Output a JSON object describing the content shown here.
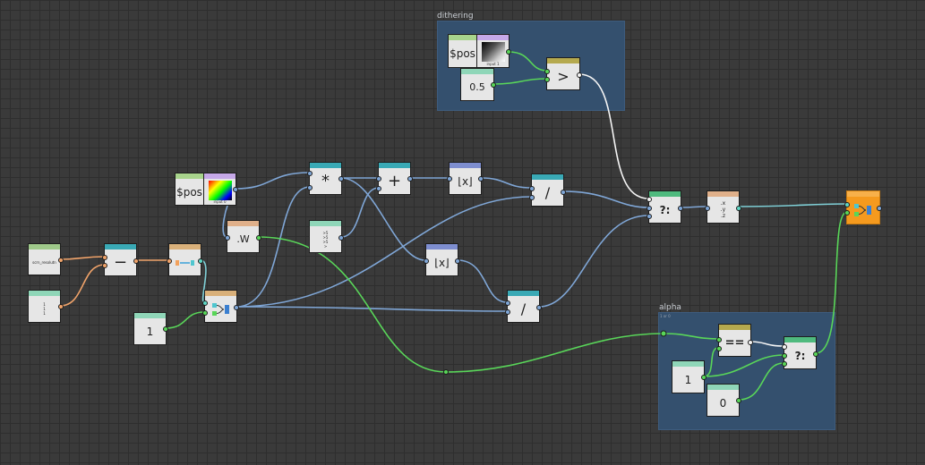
{
  "groups": {
    "dithering": {
      "title": "dithering"
    },
    "alpha": {
      "title": "alpha",
      "subtitle": "1 or 0"
    }
  },
  "nodes": {
    "screen_resolution": {
      "label": "scrn_resolutn"
    },
    "vec_one": {
      "label": "1\n1\n1"
    },
    "subtract": {
      "label": "−"
    },
    "pos_main": {
      "label": "$pos"
    },
    "swizzle_main": {
      "caption": "input 0"
    },
    "w_component": {
      "label": ".W"
    },
    "one_const": {
      "label": "1"
    },
    "multiply": {
      "label": "*"
    },
    "add": {
      "label": "+"
    },
    "floor_a": {
      "label": "⌊x⌋"
    },
    "floor_b": {
      "label": "⌊x⌋"
    },
    "divide_a": {
      "label": "/"
    },
    "divide_b": {
      "label": "/"
    },
    "vec_half": {
      "label": ">5\n>5\n>5\n>"
    },
    "pos_dither": {
      "label": "$pos"
    },
    "swizzle_dither": {
      "caption": "input 1"
    },
    "half_const": {
      "label": "0.5"
    },
    "greater": {
      "label": ">"
    },
    "ternary_main": {
      "label": "?:"
    },
    "xyz": {
      "label": ".x\n.y\n.z"
    },
    "equals": {
      "label": "=="
    },
    "ternary_alpha": {
      "label": "?:"
    },
    "alpha_one": {
      "label": "1"
    },
    "alpha_zero": {
      "label": "0"
    }
  },
  "colors": {
    "wire_blue": "#7fa6d6",
    "wire_green": "#59d659",
    "wire_orange": "#f0a36a",
    "wire_white": "#f5f5f5",
    "wire_teal": "#7fcfd6",
    "output_node": "#f59a1e"
  },
  "icons": {
    "saturate": "clamp-icon",
    "combine": "combine-icon",
    "output": "output-icon"
  }
}
